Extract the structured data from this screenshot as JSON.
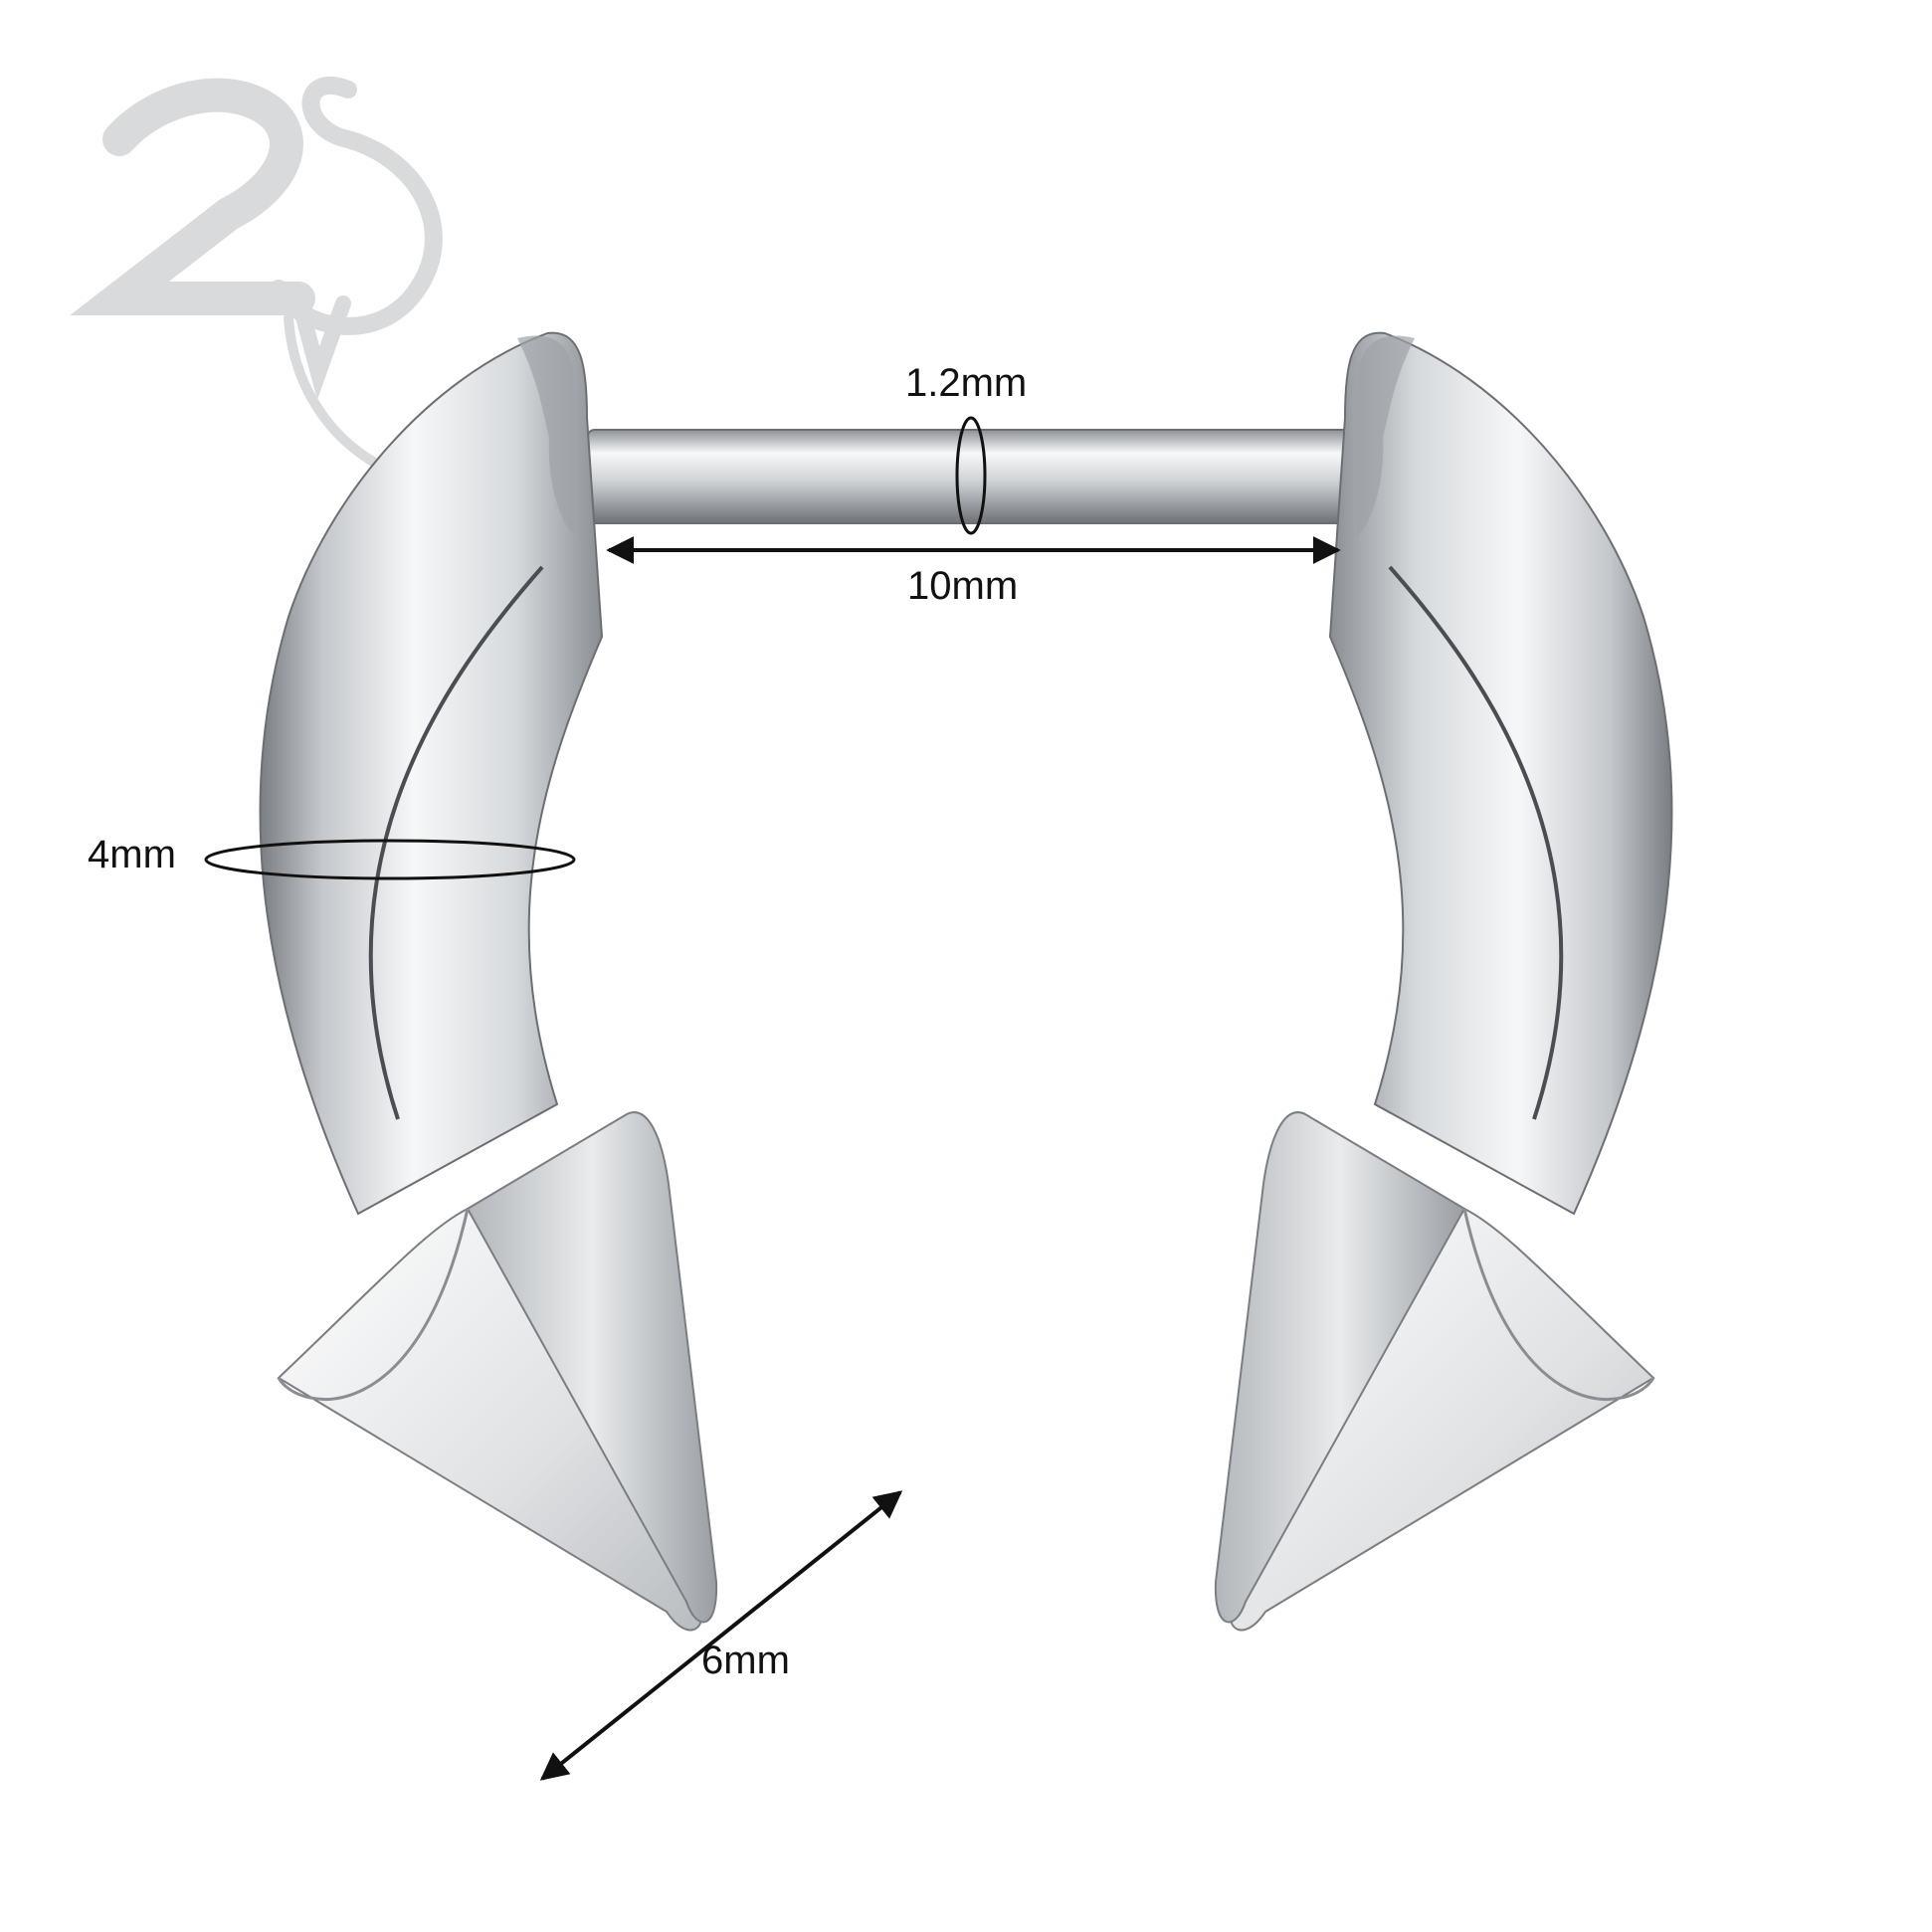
{
  "colors": {
    "background": "#ffffff",
    "metal_light": "#f4f5f6",
    "metal_mid": "#c9ccd0",
    "metal_dark": "#6f7378",
    "watermark": "#d9dadb",
    "dimension_line": "#111111"
  },
  "dimensions": {
    "bar_diameter": "1.2mm",
    "inner_length": "10mm",
    "gauge": "4mm",
    "spike_length": "6mm"
  }
}
